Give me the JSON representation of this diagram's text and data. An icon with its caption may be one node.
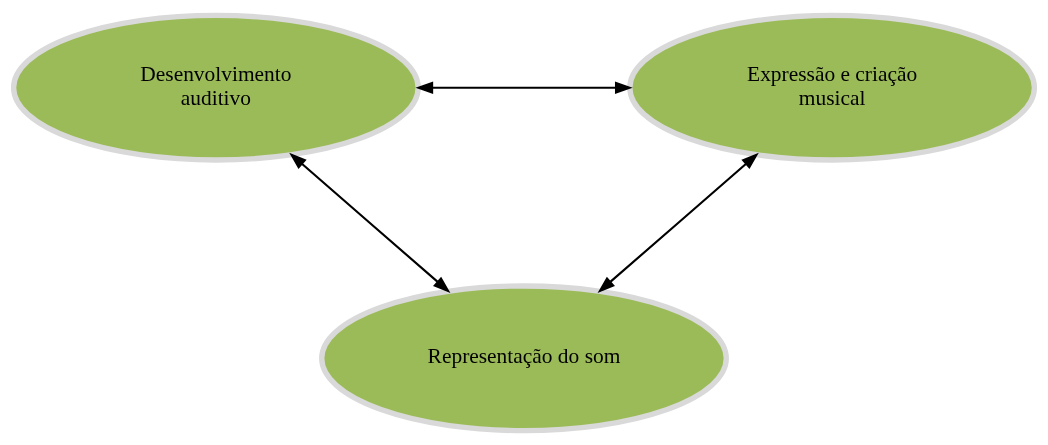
{
  "diagram": {
    "nodes": [
      {
        "text": [
          "Desenvolvimento auditivo"
        ]
      },
      {
        "text": [
          "Expressão e criação musical"
        ]
      },
      {
        "text": [
          "Representação do som"
        ]
      }
    ],
    "edges": [
      {
        "from": 0,
        "to": 1,
        "arrow": "both"
      },
      {
        "from": 0,
        "to": 2,
        "arrow": "both"
      },
      {
        "from": 1,
        "to": 2,
        "arrow": "both"
      }
    ]
  }
}
